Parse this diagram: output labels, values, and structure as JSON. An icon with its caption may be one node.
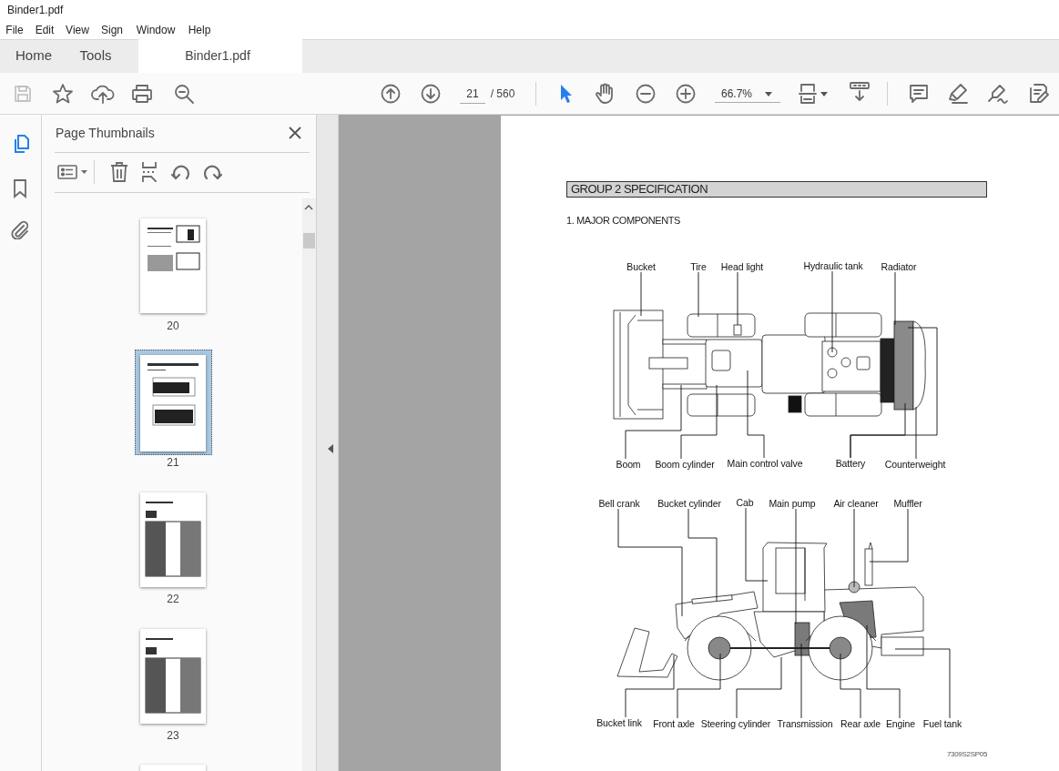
{
  "diagram": {
    "title": "GROUP 2 SPECIFICATION",
    "nodes": [
      {
        "text": [
          "Bucket"
        ]
      },
      {
        "text": [
          "Tire"
        ]
      },
      {
        "text": [
          "Head light"
        ]
      },
      {
        "text": [
          "Hydraulic tank"
        ]
      },
      {
        "text": [
          "Radiator"
        ]
      },
      {
        "text": [
          "Boom"
        ]
      },
      {
        "text": [
          "Boom cylinder"
        ]
      },
      {
        "text": [
          "Main control valve"
        ]
      },
      {
        "text": [
          "Battery"
        ]
      },
      {
        "text": [
          "Counterweight"
        ]
      },
      {
        "text": [
          "Bell crank"
        ]
      },
      {
        "text": [
          "Bucket cylinder"
        ]
      },
      {
        "text": [
          "Cab"
        ]
      },
      {
        "text": [
          "Main pump"
        ]
      },
      {
        "text": [
          "Air cleaner"
        ]
      },
      {
        "text": [
          "Muffler"
        ]
      },
      {
        "text": [
          "Bucket link"
        ]
      },
      {
        "text": [
          "Front axle"
        ]
      },
      {
        "text": [
          "Steering cylinder"
        ]
      },
      {
        "text": [
          "Transmission"
        ]
      },
      {
        "text": [
          "Rear axle"
        ]
      },
      {
        "text": [
          "Engine"
        ]
      },
      {
        "text": [
          "Fuel tank"
        ]
      }
    ],
    "edges": [
      {
        "from": 0,
        "to": null,
        "arrow": "none"
      },
      {
        "from": 1,
        "to": null,
        "arrow": "none"
      },
      {
        "from": 2,
        "to": null,
        "arrow": "none"
      },
      {
        "from": 3,
        "to": null,
        "arrow": "none"
      },
      {
        "from": 4,
        "to": null,
        "arrow": "none"
      },
      {
        "from": 5,
        "to": null,
        "arrow": "none"
      },
      {
        "from": 6,
        "to": null,
        "arrow": "none"
      },
      {
        "from": 7,
        "to": null,
        "arrow": "none"
      },
      {
        "from": 8,
        "to": null,
        "arrow": "none"
      },
      {
        "from": 9,
        "to": null,
        "arrow": "none"
      },
      {
        "from": 10,
        "to": null,
        "arrow": "none"
      },
      {
        "from": 11,
        "to": null,
        "arrow": "none"
      },
      {
        "from": 12,
        "to": null,
        "arrow": "none"
      },
      {
        "from": 13,
        "to": null,
        "arrow": "none"
      },
      {
        "from": 14,
        "to": null,
        "arrow": "none"
      },
      {
        "from": 15,
        "to": null,
        "arrow": "none"
      },
      {
        "from": 16,
        "to": null,
        "arrow": "none"
      },
      {
        "from": 17,
        "to": null,
        "arrow": "none"
      },
      {
        "from": 18,
        "to": null,
        "arrow": "none"
      },
      {
        "from": 19,
        "to": null,
        "arrow": "none"
      },
      {
        "from": 20,
        "to": null,
        "arrow": "none"
      },
      {
        "from": 21,
        "to": null,
        "arrow": "none"
      },
      {
        "from": 22,
        "to": null,
        "arrow": "none"
      },
      {
        "from": 8,
        "to": null,
        "arrow": "none"
      }
    ],
    "labels": [
      "Binder1.pdf",
      "File",
      "Edit",
      "View",
      "Sign",
      "Window",
      "Help",
      "Home",
      "Tools",
      "Binder1.pdf",
      "21",
      "/ 560",
      "66.7%",
      "Page Thumbnails",
      "20",
      "21",
      "22",
      "23",
      "1. MAJOR COMPONENTS",
      "7309S2SP05"
    ]
  }
}
